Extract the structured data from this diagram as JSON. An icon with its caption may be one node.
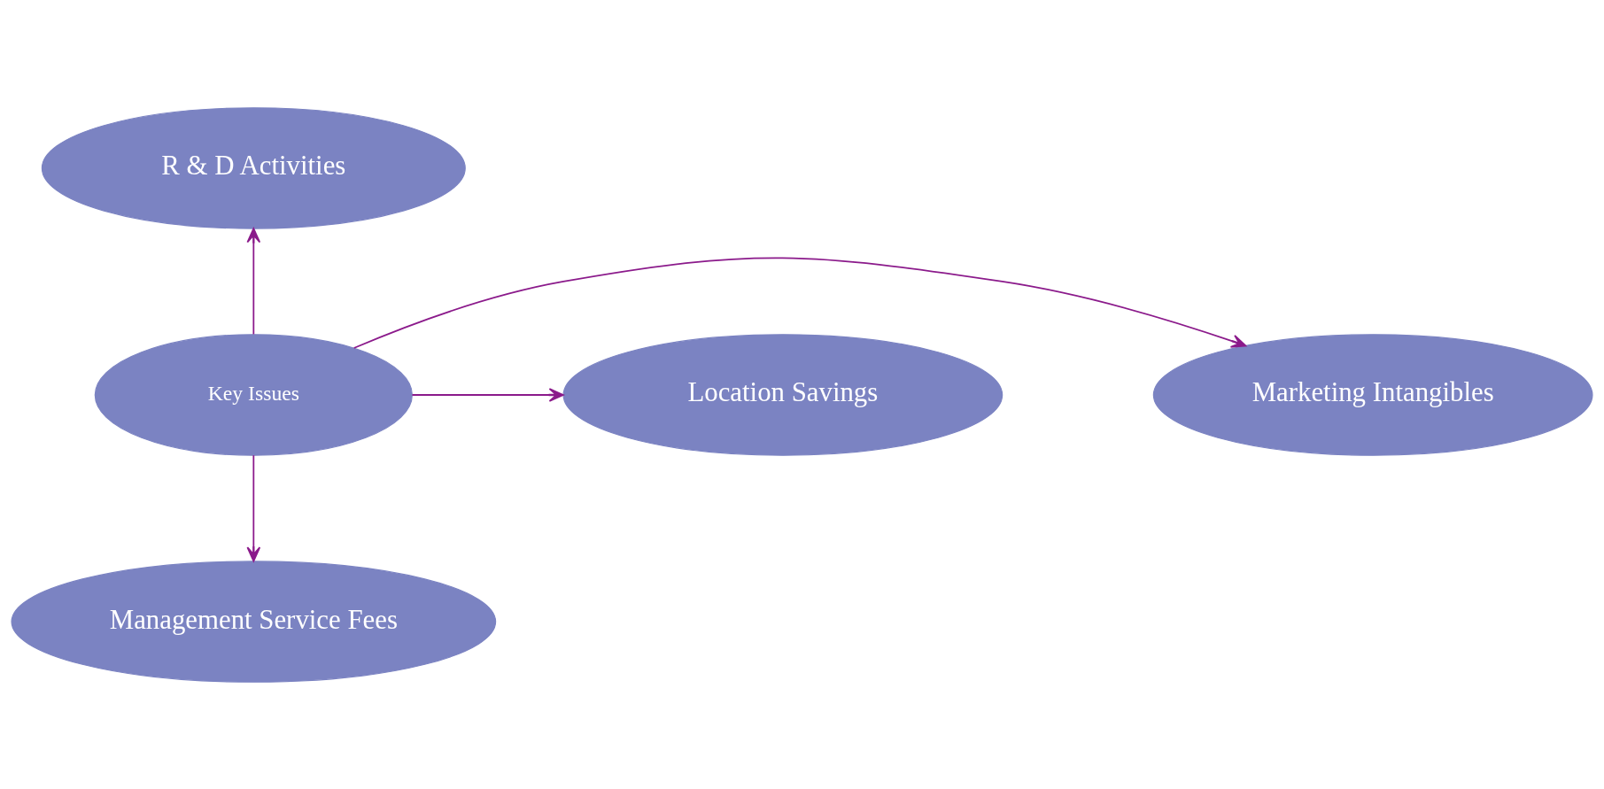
{
  "diagram": {
    "nodes": [
      {
        "text": [
          "R & D Activities"
        ]
      },
      {
        "text": [
          "Marketing Intangibles"
        ]
      },
      {
        "text": [
          "Key Issues"
        ]
      },
      {
        "text": [
          "Location Savings"
        ]
      },
      {
        "text": [
          "Management Service Fees"
        ]
      }
    ],
    "edges": [
      {
        "from": 2,
        "to": 0,
        "arrow": "to"
      },
      {
        "from": 2,
        "to": 1,
        "arrow": "to"
      },
      {
        "from": 2,
        "to": 3,
        "arrow": "to"
      },
      {
        "from": 2,
        "to": 4,
        "arrow": "to"
      }
    ]
  }
}
